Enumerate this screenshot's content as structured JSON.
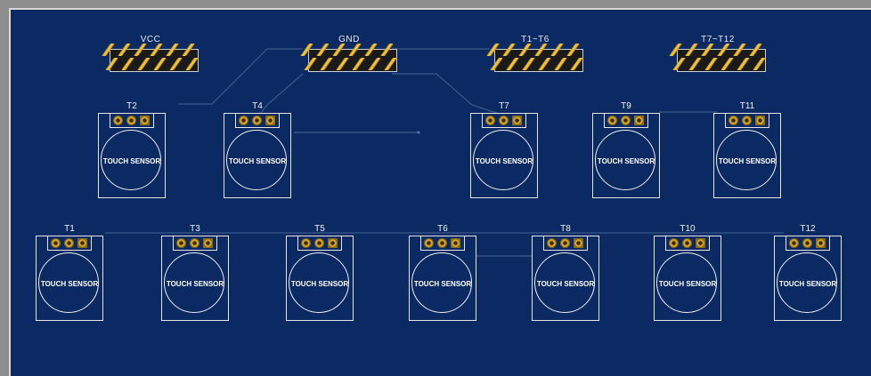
{
  "board": {
    "colors": {
      "board": "#0b2a63",
      "silkscreen": "#e6e6e6",
      "pins": "#ffd34d",
      "trace": "#3a5a8c"
    }
  },
  "headers": [
    {
      "id": "h-vcc",
      "label": "VCC"
    },
    {
      "id": "h-gnd",
      "label": "GND"
    },
    {
      "id": "h-t1t6",
      "label": "T1~T6"
    },
    {
      "id": "h-t7t12",
      "label": "T7~T12"
    }
  ],
  "sensor_text": "TOUCH SENSOR",
  "sensors": [
    {
      "label": "T2"
    },
    {
      "label": "T4"
    },
    {
      "label": "T7"
    },
    {
      "label": "T9"
    },
    {
      "label": "T11"
    },
    {
      "label": "T1"
    },
    {
      "label": "T3"
    },
    {
      "label": "T5"
    },
    {
      "label": "T6"
    },
    {
      "label": "T8"
    },
    {
      "label": "T10"
    },
    {
      "label": "T12"
    }
  ]
}
